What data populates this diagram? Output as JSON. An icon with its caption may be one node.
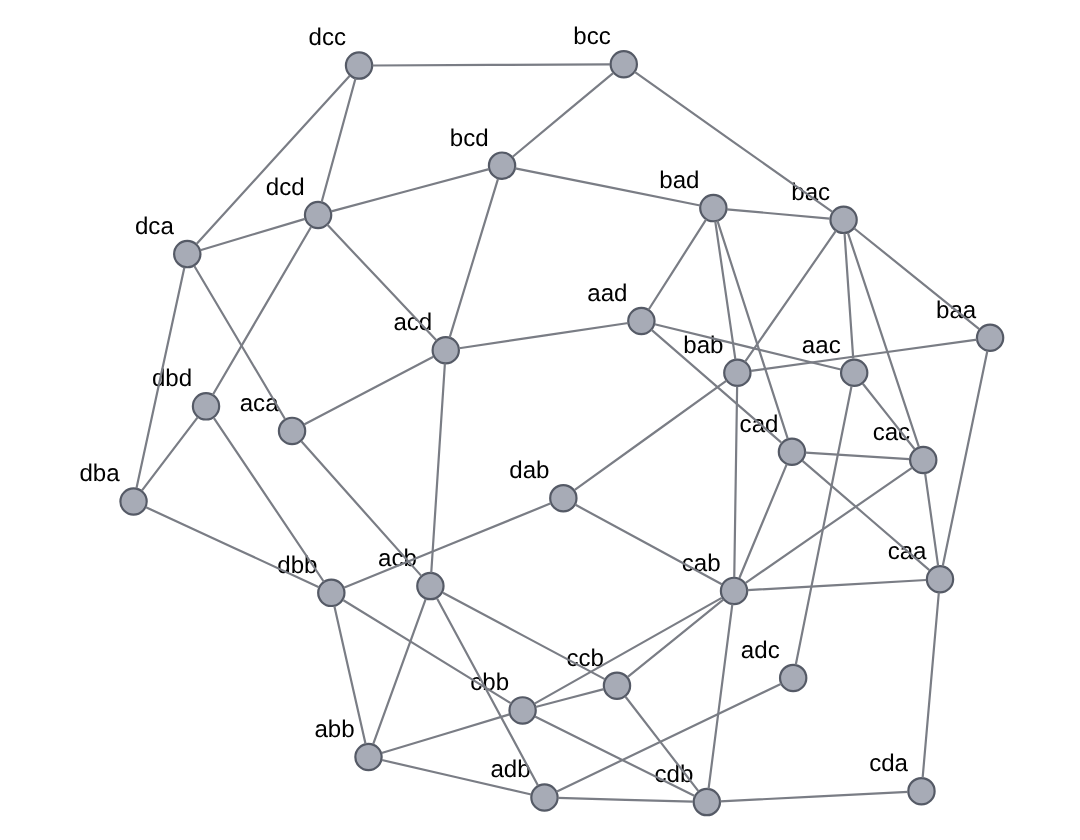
{
  "diagram": {
    "nodes": [
      {
        "text": [
          "abb"
        ]
      },
      {
        "text": [
          "adb"
        ]
      },
      {
        "text": [
          "cdb"
        ]
      },
      {
        "text": [
          "ccb"
        ]
      },
      {
        "text": [
          "cbb"
        ]
      },
      {
        "text": [
          "acb"
        ]
      },
      {
        "text": [
          "dbb"
        ]
      },
      {
        "text": [
          "dba"
        ]
      },
      {
        "text": [
          "dbd"
        ]
      },
      {
        "text": [
          "cda"
        ]
      },
      {
        "text": [
          "adc"
        ]
      },
      {
        "text": [
          "aca"
        ]
      },
      {
        "text": [
          "dab"
        ]
      },
      {
        "text": [
          "cab"
        ]
      },
      {
        "text": [
          "dca"
        ]
      },
      {
        "text": [
          "acd"
        ]
      },
      {
        "text": [
          "caa"
        ]
      },
      {
        "text": [
          "aac"
        ]
      },
      {
        "text": [
          "dcd"
        ]
      },
      {
        "text": [
          "cac"
        ]
      },
      {
        "text": [
          "cad"
        ]
      },
      {
        "text": [
          "bab"
        ]
      },
      {
        "text": [
          "aad"
        ]
      },
      {
        "text": [
          "bcd"
        ]
      },
      {
        "text": [
          "dcc"
        ]
      },
      {
        "text": [
          "baa"
        ]
      },
      {
        "text": [
          "bac"
        ]
      },
      {
        "text": [
          "bad"
        ]
      },
      {
        "text": [
          "bcc"
        ]
      }
    ],
    "edges": [
      {
        "from": 1,
        "to": 0,
        "arrow": "none"
      },
      {
        "from": 1,
        "to": 2,
        "arrow": "none"
      },
      {
        "from": 1,
        "to": 10,
        "arrow": "none"
      },
      {
        "from": 1,
        "to": 5,
        "arrow": "none"
      },
      {
        "from": 0,
        "to": 4,
        "arrow": "none"
      },
      {
        "from": 0,
        "to": 5,
        "arrow": "none"
      },
      {
        "from": 0,
        "to": 6,
        "arrow": "none"
      },
      {
        "from": 2,
        "to": 4,
        "arrow": "none"
      },
      {
        "from": 2,
        "to": 3,
        "arrow": "none"
      },
      {
        "from": 2,
        "to": 9,
        "arrow": "none"
      },
      {
        "from": 2,
        "to": 13,
        "arrow": "none"
      },
      {
        "from": 3,
        "to": 4,
        "arrow": "none"
      },
      {
        "from": 3,
        "to": 5,
        "arrow": "none"
      },
      {
        "from": 3,
        "to": 13,
        "arrow": "none"
      },
      {
        "from": 4,
        "to": 13,
        "arrow": "none"
      },
      {
        "from": 4,
        "to": 6,
        "arrow": "none"
      },
      {
        "from": 5,
        "to": 15,
        "arrow": "none"
      },
      {
        "from": 5,
        "to": 11,
        "arrow": "none"
      },
      {
        "from": 6,
        "to": 7,
        "arrow": "none"
      },
      {
        "from": 6,
        "to": 8,
        "arrow": "none"
      },
      {
        "from": 6,
        "to": 12,
        "arrow": "none"
      },
      {
        "from": 7,
        "to": 8,
        "arrow": "none"
      },
      {
        "from": 7,
        "to": 14,
        "arrow": "none"
      },
      {
        "from": 8,
        "to": 18,
        "arrow": "none"
      },
      {
        "from": 9,
        "to": 16,
        "arrow": "none"
      },
      {
        "from": 10,
        "to": 17,
        "arrow": "none"
      },
      {
        "from": 11,
        "to": 14,
        "arrow": "none"
      },
      {
        "from": 11,
        "to": 15,
        "arrow": "none"
      },
      {
        "from": 12,
        "to": 13,
        "arrow": "none"
      },
      {
        "from": 12,
        "to": 21,
        "arrow": "none"
      },
      {
        "from": 13,
        "to": 16,
        "arrow": "none"
      },
      {
        "from": 13,
        "to": 19,
        "arrow": "none"
      },
      {
        "from": 13,
        "to": 20,
        "arrow": "none"
      },
      {
        "from": 13,
        "to": 21,
        "arrow": "none"
      },
      {
        "from": 14,
        "to": 18,
        "arrow": "none"
      },
      {
        "from": 14,
        "to": 24,
        "arrow": "none"
      },
      {
        "from": 15,
        "to": 22,
        "arrow": "none"
      },
      {
        "from": 15,
        "to": 18,
        "arrow": "none"
      },
      {
        "from": 15,
        "to": 23,
        "arrow": "none"
      },
      {
        "from": 16,
        "to": 19,
        "arrow": "none"
      },
      {
        "from": 16,
        "to": 20,
        "arrow": "none"
      },
      {
        "from": 16,
        "to": 25,
        "arrow": "none"
      },
      {
        "from": 17,
        "to": 19,
        "arrow": "none"
      },
      {
        "from": 17,
        "to": 22,
        "arrow": "none"
      },
      {
        "from": 17,
        "to": 26,
        "arrow": "none"
      },
      {
        "from": 18,
        "to": 23,
        "arrow": "none"
      },
      {
        "from": 18,
        "to": 24,
        "arrow": "none"
      },
      {
        "from": 19,
        "to": 20,
        "arrow": "none"
      },
      {
        "from": 19,
        "to": 26,
        "arrow": "none"
      },
      {
        "from": 20,
        "to": 22,
        "arrow": "none"
      },
      {
        "from": 20,
        "to": 27,
        "arrow": "none"
      },
      {
        "from": 21,
        "to": 25,
        "arrow": "none"
      },
      {
        "from": 21,
        "to": 26,
        "arrow": "none"
      },
      {
        "from": 21,
        "to": 27,
        "arrow": "none"
      },
      {
        "from": 22,
        "to": 27,
        "arrow": "none"
      },
      {
        "from": 23,
        "to": 27,
        "arrow": "none"
      },
      {
        "from": 23,
        "to": 28,
        "arrow": "none"
      },
      {
        "from": 24,
        "to": 28,
        "arrow": "none"
      },
      {
        "from": 25,
        "to": 26,
        "arrow": "none"
      },
      {
        "from": 26,
        "to": 27,
        "arrow": "none"
      },
      {
        "from": 26,
        "to": 28,
        "arrow": "none"
      }
    ]
  }
}
